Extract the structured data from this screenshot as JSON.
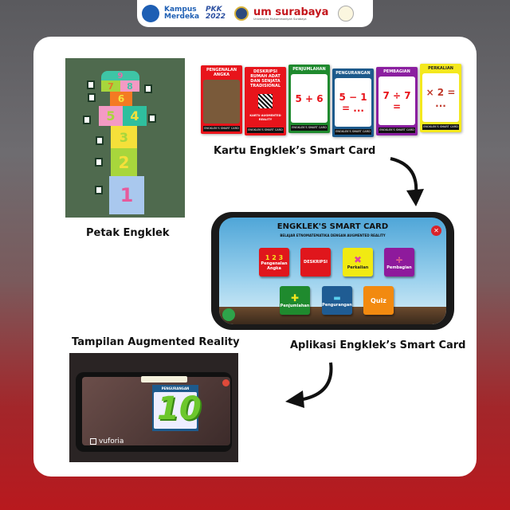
{
  "header": {
    "logos": [
      "Kampus Merdeka",
      "PKK 2022",
      "um surabaya",
      "Universitas Muhammadiyah Surabaya"
    ]
  },
  "labels": {
    "petak": "Petak Engklek",
    "kartu": "Kartu Engklek’s Smart Card",
    "aplikasi": "Aplikasi Engklek’s Smart Card",
    "ar": "Tampilan Augmented Reality"
  },
  "hopscotch": {
    "numbers": [
      "1",
      "2",
      "3",
      "4",
      "5",
      "6",
      "7",
      "8",
      "9"
    ]
  },
  "cards": [
    {
      "title": "PENGENALAN ANGKA",
      "color": "#e8141b",
      "footer": "ENGKLEK'S SMART CARD"
    },
    {
      "title": "DESKRIPSI RUMAH ADAT DAN SENJATA TRADISIONAL",
      "color": "#e8141b",
      "footer": "ENGKLEK'S SMART CARD",
      "sub": "KARTU AUGMENTED REALITY"
    },
    {
      "title": "PENJUMLAHAN",
      "color": "#1f8a2e",
      "footer": "ENGKLEK'S SMART CARD",
      "content": "5 + 6"
    },
    {
      "title": "PENGURANGAN",
      "color": "#1d5a8c",
      "footer": "ENGKLEK'S SMART CARD",
      "content": "5 − 1 = ..."
    },
    {
      "title": "PEMBAGIAN",
      "color": "#8b1fa0",
      "footer": "ENGKLEK'S SMART CARD",
      "content": "7 ÷ 7 ="
    },
    {
      "title": "PERKALIAN",
      "color": "#f4e81e",
      "footer": "ENGKLEK'S SMART CARD",
      "content": "× 2 = ..."
    }
  ],
  "app": {
    "title": "ENGKLEK'S SMART CARD",
    "subtitle": "BELAJAR ETNOMATEMATIKA DENGAN AUGMENTED REALITY",
    "buttons": [
      {
        "label": "Pengenalan Angka",
        "icon": "1 2 3",
        "color": "#e0161c"
      },
      {
        "label": "DESKRIPSI",
        "icon": "",
        "color": "#e0161c"
      },
      {
        "label": "Perkalian",
        "icon": "✖",
        "color": "#f1ea12"
      },
      {
        "label": "Pembagian",
        "icon": "÷",
        "color": "#8e1a9c"
      },
      {
        "label": "Penjumlahan",
        "icon": "✚",
        "color": "#1f8a2e"
      },
      {
        "label": "Pengurangan",
        "icon": "▬",
        "color": "#1f5c93"
      },
      {
        "label": "Quiz",
        "icon": "",
        "color": "#f28a10"
      }
    ]
  },
  "ar": {
    "card_title": "PENGURANGAN",
    "model": "10",
    "brand": "vuforia"
  }
}
